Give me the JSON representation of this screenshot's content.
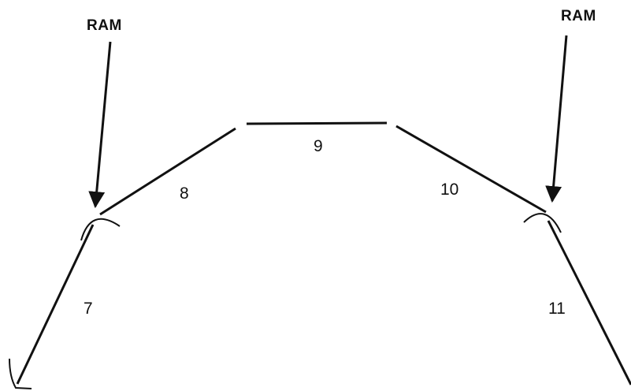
{
  "labels": {
    "ram_left": "RAM",
    "ram_right": "RAM",
    "segment_7": "7",
    "segment_8": "8",
    "segment_9": "9",
    "segment_10": "10",
    "segment_11": "11"
  }
}
